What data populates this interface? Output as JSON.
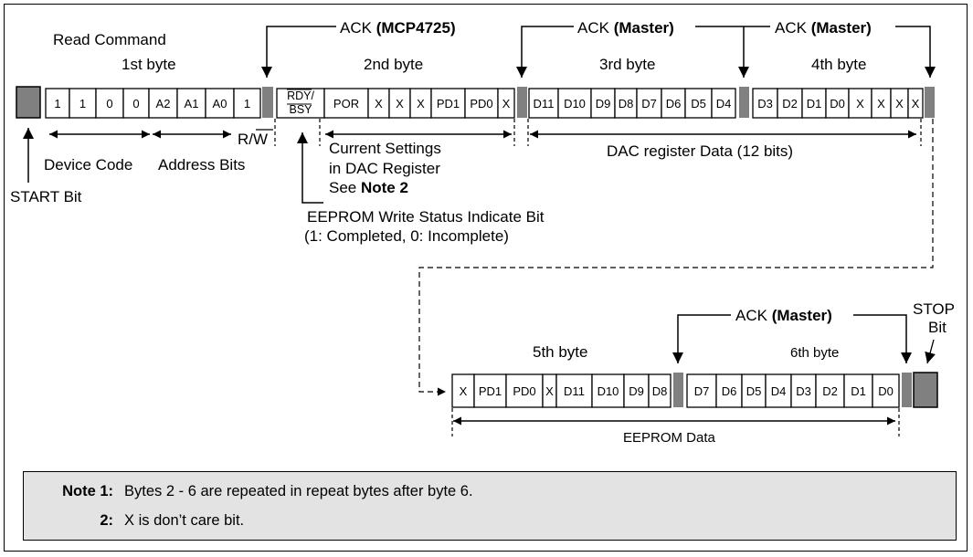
{
  "labels": {
    "read_command": "Read Command",
    "byte1": "1st byte",
    "byte2": "2nd byte",
    "byte3": "3rd byte",
    "byte4": "4th byte",
    "byte5": "5th byte",
    "byte6": "6th byte",
    "ack_mcp_prefix": "ACK ",
    "ack_mcp_bold": "(MCP4725)",
    "ack_master_prefix": "ACK ",
    "ack_master_bold": "(Master)",
    "rw_r": "R/",
    "rw_w": "W",
    "device_code": "Device Code",
    "address_bits": "Address Bits",
    "start_bit": "START Bit",
    "current_settings_1": "Current Settings",
    "current_settings_2": "in DAC Register",
    "see_note_prefix": "See ",
    "see_note_bold": "Note 2",
    "eeprom_status_1": "EEPROM Write Status Indicate Bit",
    "eeprom_status_2": "(1: Completed, 0: Incomplete)",
    "dac_register_data": "DAC register Data (12 bits)",
    "eeprom_data": "EEPROM Data",
    "stop_1": "STOP",
    "stop_2": "Bit"
  },
  "bits": {
    "byte1": [
      "1",
      "1",
      "0",
      "0",
      "A2",
      "A1",
      "A0",
      "1"
    ],
    "byte2": [
      "RDY/BSY",
      "POR",
      "X",
      "X",
      "X",
      "PD1",
      "PD0",
      "X"
    ],
    "byte3": [
      "D11",
      "D10",
      "D9",
      "D8",
      "D7",
      "D6",
      "D5",
      "D4"
    ],
    "byte4": [
      "D3",
      "D2",
      "D1",
      "D0",
      "X",
      "X",
      "X",
      "X"
    ],
    "byte5": [
      "X",
      "PD1",
      "PD0",
      "X",
      "D11",
      "D10",
      "D9",
      "D8"
    ],
    "byte6": [
      "D7",
      "D6",
      "D5",
      "D4",
      "D3",
      "D2",
      "D1",
      "D0"
    ]
  },
  "notes": [
    {
      "key": "Note 1:",
      "text": "Bytes 2 - 6 are repeated in repeat bytes after byte 6."
    },
    {
      "key": "2:",
      "text": "X is don’t care bit."
    }
  ],
  "colors": {
    "ack_fill": "#808080",
    "start_fill": "#808080",
    "stroke": "#000000",
    "note_bg": "#e3e3e3"
  }
}
